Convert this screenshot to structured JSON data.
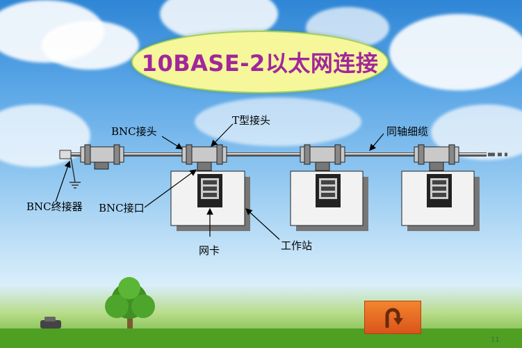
{
  "title": "10BASE-2以太网连接",
  "labels": {
    "bnc_connector": "BNC接头",
    "t_connector": "T型接头",
    "coax_thin": "同轴细缆",
    "bnc_terminator": "BNC终接器",
    "bnc_port": "BNC接口",
    "nic": "网卡",
    "workstation": "工作站"
  },
  "nav": {
    "back_icon": "u-turn-arrow-icon"
  },
  "page_number": "11",
  "colors": {
    "title_text": "#a1269b",
    "title_fill": "#f6f69a",
    "button": "#e8692a"
  }
}
